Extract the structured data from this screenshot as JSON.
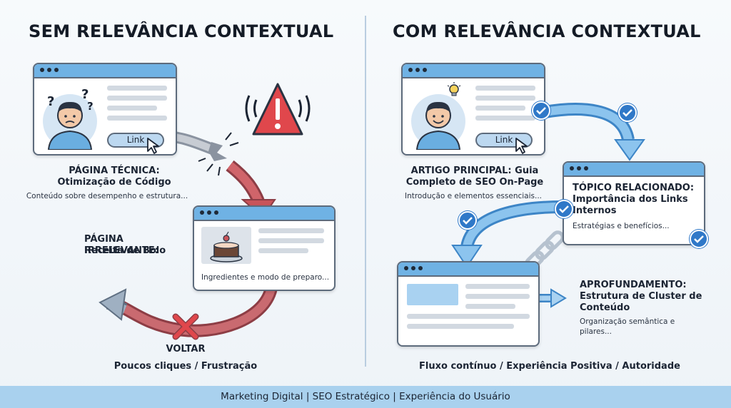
{
  "left": {
    "heading": "SEM RELEVÂNCIA CONTEXTUAL",
    "tech_page": {
      "title_line1": "PÁGINA TÉCNICA:",
      "title_line2": "Otimização de Código",
      "desc": "Conteúdo sobre desempenho e estrutura..."
    },
    "link_label": "Link",
    "irrelevant_page": {
      "title_line1": "PÁGINA IRRELEVANTE:",
      "title_line2": "Receita de Bolo",
      "desc": "Ingredientes e modo de preparo..."
    },
    "back_label": "VOLTAR",
    "summary": "Poucos cliques / Frustração"
  },
  "right": {
    "heading": "COM RELEVÂNCIA CONTEXTUAL",
    "main_article": {
      "title_line1": "ARTIGO PRINCIPAL: Guia",
      "title_line2": "Completo de SEO On-Page",
      "desc": "Introdução e elementos essenciais..."
    },
    "link_label": "Link",
    "related_topic": {
      "title_line1": "TÓPICO RELACIONADO:",
      "title_line2": "Importância dos Links",
      "title_line3": "Internos",
      "desc": "Estratégias e benefícios..."
    },
    "deep_dive": {
      "title_line1": "APROFUNDAMENTO:",
      "title_line2": "Estrutura de Cluster de",
      "title_line3": "Conteúdo",
      "desc_line1": "Organização semântica e",
      "desc_line2": "pilares..."
    },
    "summary": "Fluxo contínuo / Experiência Positiva / Autoridade"
  },
  "footer": "Marketing Digital | SEO Estratégico | Experiência do Usuário",
  "colors": {
    "window_bar": "#6fb2e4",
    "flow_blue": "#5aa6e0",
    "broken_red": "#c8545a",
    "alert_red": "#e0474c",
    "check_blue": "#2f78c8",
    "footer_bg": "#a9d1ee"
  },
  "icons": [
    "warning-icon",
    "question-mark-icon",
    "lightbulb-icon",
    "cake-icon",
    "cursor-icon",
    "x-mark-icon",
    "check-icon",
    "chain-link-icon"
  ]
}
